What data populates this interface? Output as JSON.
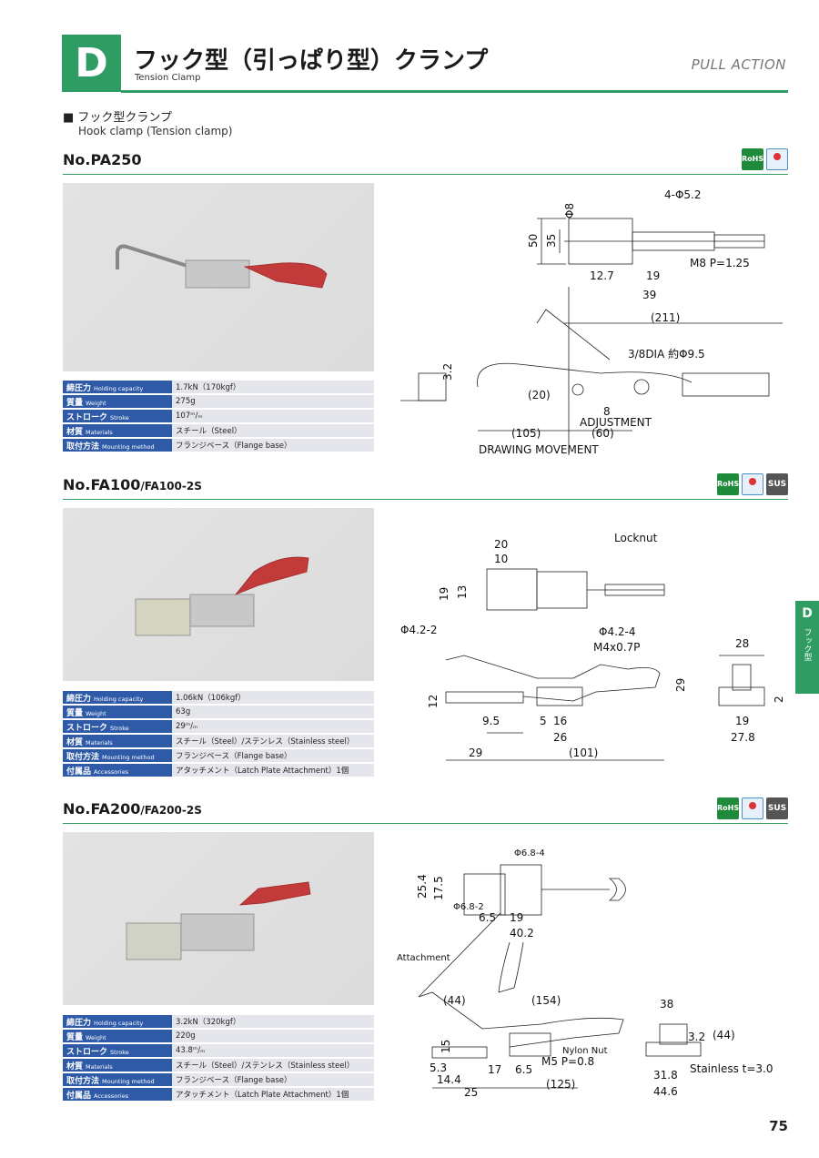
{
  "header": {
    "letter": "D",
    "title_jp": "フック型（引っぱり型）クランプ",
    "title_en": "Tension Clamp",
    "pull_action": "PULL ACTION"
  },
  "section": {
    "title_jp": "■ フック型クランプ",
    "title_en": "Hook clamp (Tension clamp)"
  },
  "side_tab": {
    "letter": "D",
    "label": "フック型"
  },
  "page_number": "75",
  "badges": {
    "rohs": "RoHS",
    "sus": "SUS"
  },
  "products": [
    {
      "model": "No.PA250",
      "model_sub": "",
      "specs": [
        {
          "k_jp": "締圧力",
          "k_en": "Holding capacity",
          "v": "1.7kN（170kgf）"
        },
        {
          "k_jp": "質量",
          "k_en": "Weight",
          "v": "275g"
        },
        {
          "k_jp": "ストローク",
          "k_en": "Stroke",
          "v": "107ᵐ/ₘ"
        },
        {
          "k_jp": "材質",
          "k_en": "Materials",
          "v": "スチール（Steel）"
        },
        {
          "k_jp": "取付方法",
          "k_en": "Mounting method",
          "v": "フランジベース（Flange base）"
        }
      ],
      "dims": {
        "d1": "4-Φ5.2",
        "d2": "Φ8",
        "d3": "50",
        "d4": "35",
        "d5": "M8 P=1.25",
        "d6": "12.7",
        "d7": "19",
        "d8": "39",
        "d9": "(211)",
        "d10": "3/8DIA 約Φ9.5",
        "d11": "3.2",
        "d12": "(20)",
        "d13": "8",
        "d14": "ADJUSTMENT",
        "d15": "(105)",
        "d16": "(60)",
        "d17": "DRAWING MOVEMENT"
      }
    },
    {
      "model": "No.FA100",
      "model_sub": "/FA100-2S",
      "specs": [
        {
          "k_jp": "締圧力",
          "k_en": "Holding capacity",
          "v": "1.06kN（106kgf）"
        },
        {
          "k_jp": "質量",
          "k_en": "Weight",
          "v": "63g"
        },
        {
          "k_jp": "ストローク",
          "k_en": "Stroke",
          "v": "29ᵐ/ₘ"
        },
        {
          "k_jp": "材質",
          "k_en": "Materials",
          "v": "スチール（Steel）/ステンレス（Stainless steel）"
        },
        {
          "k_jp": "取付方法",
          "k_en": "Mounting method",
          "v": "フランジベース（Flange base）"
        },
        {
          "k_jp": "付属品",
          "k_en": "Accessories",
          "v": "アタッチメント（Latch Plate Attachment）1個"
        }
      ],
      "dims": {
        "d1": "20",
        "d2": "10",
        "d3": "Locknut",
        "d4": "19",
        "d5": "13",
        "d6": "Φ4.2-2",
        "d7": "Φ4.2-4",
        "d8": "M4x0.7P",
        "d9": "28",
        "d10": "29",
        "d11": "12",
        "d12": "2",
        "d13": "9.5",
        "d14": "5",
        "d15": "16",
        "d16": "26",
        "d17": "19",
        "d18": "27.8",
        "d19": "29",
        "d20": "(101)"
      }
    },
    {
      "model": "No.FA200",
      "model_sub": "/FA200-2S",
      "specs": [
        {
          "k_jp": "締圧力",
          "k_en": "Holding capacity",
          "v": "3.2kN（320kgf）"
        },
        {
          "k_jp": "質量",
          "k_en": "Weight",
          "v": "220g"
        },
        {
          "k_jp": "ストローク",
          "k_en": "Stroke",
          "v": "43.8ᵐ/ₘ"
        },
        {
          "k_jp": "材質",
          "k_en": "Materials",
          "v": "スチール（Steel）/ステンレス（Stainless steel）"
        },
        {
          "k_jp": "取付方法",
          "k_en": "Mounting method",
          "v": "フランジベース（Flange base）"
        },
        {
          "k_jp": "付属品",
          "k_en": "Accessories",
          "v": "アタッチメント（Latch Plate Attachment）1個"
        }
      ],
      "dims": {
        "d1": "Φ6.8-4",
        "d2": "25.4",
        "d3": "17.5",
        "d4": "Φ6.8-2",
        "d5": "6.5",
        "d6": "19",
        "d7": "40.2",
        "d8": "Attachment",
        "d9": "(44)",
        "d10": "(154)",
        "d11": "38",
        "d12": "3.2",
        "d13": "(44)",
        "d14": "15",
        "d15": "Nylon Nut",
        "d16": "M5 P=0.8",
        "d17": "5.3",
        "d18": "17",
        "d19": "6.5",
        "d20": "14.4",
        "d21": "25",
        "d22": "(125)",
        "d23": "31.8",
        "d24": "Stainless t=3.0",
        "d25": "44.6"
      }
    }
  ]
}
